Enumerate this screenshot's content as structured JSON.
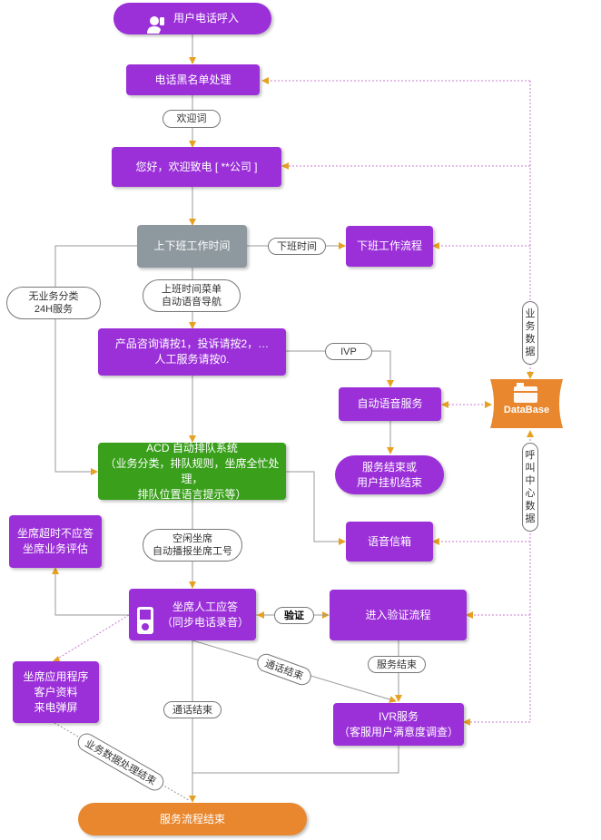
{
  "nodes": {
    "incoming_call": "用户电话呼入",
    "blacklist": "电话黑名单处理",
    "welcome_msg": "您好，欢迎致电 [ **公司 ]",
    "work_hours": "上下班工作时间",
    "off_work_flow": "下班工作流程",
    "ivr_menu": "产品咨询请按1，投诉请按2，…\n人工服务请按0.",
    "auto_voice": "自动语音服务",
    "service_end_hangup": "服务结束或\n用户挂机结束",
    "acd": "ACD 自动排队系统\n（业务分类，排队规则，坐席全忙处理，\n排队位置语言提示等）",
    "voicemail": "语音信箱",
    "agent_timeout": "坐席超时不应答\n坐席业务评估",
    "agent_answer": "坐席人工应答\n（同步电话录音）",
    "verify_flow": "进入验证流程",
    "agent_app": "坐席应用程序\n客户资料\n来电弹屏",
    "ivr_service": "IVR服务\n（客服用户满意度调查）",
    "service_end": "服务流程结束",
    "database": "DataBase"
  },
  "labels": {
    "welcome_word": "欢迎词",
    "off_work_time": "下班时间",
    "work_menu": "上班时间菜单\n自动语音导航",
    "ivp": "IVP",
    "no_category": "无业务分类\n24H服务",
    "idle_agent": "空闲坐席\n自动播报坐席工号",
    "verify": "验证",
    "service_ended": "服务结束",
    "call_ended_diag": "通话结束",
    "call_ended": "通话结束",
    "biz_data_processing": "业务数据处理结束",
    "biz_data": "业务数据",
    "callcenter_data": "呼叫中心数据"
  },
  "colors": {
    "purple": "#9b30d9",
    "gray": "#8e989f",
    "green": "#3aa01c",
    "orange": "#e8872e",
    "arrow": "#e8a020",
    "dotted": "#c879d0"
  },
  "icons": [
    "user-phone-icon",
    "mobile-phone-icon",
    "database-icon"
  ]
}
